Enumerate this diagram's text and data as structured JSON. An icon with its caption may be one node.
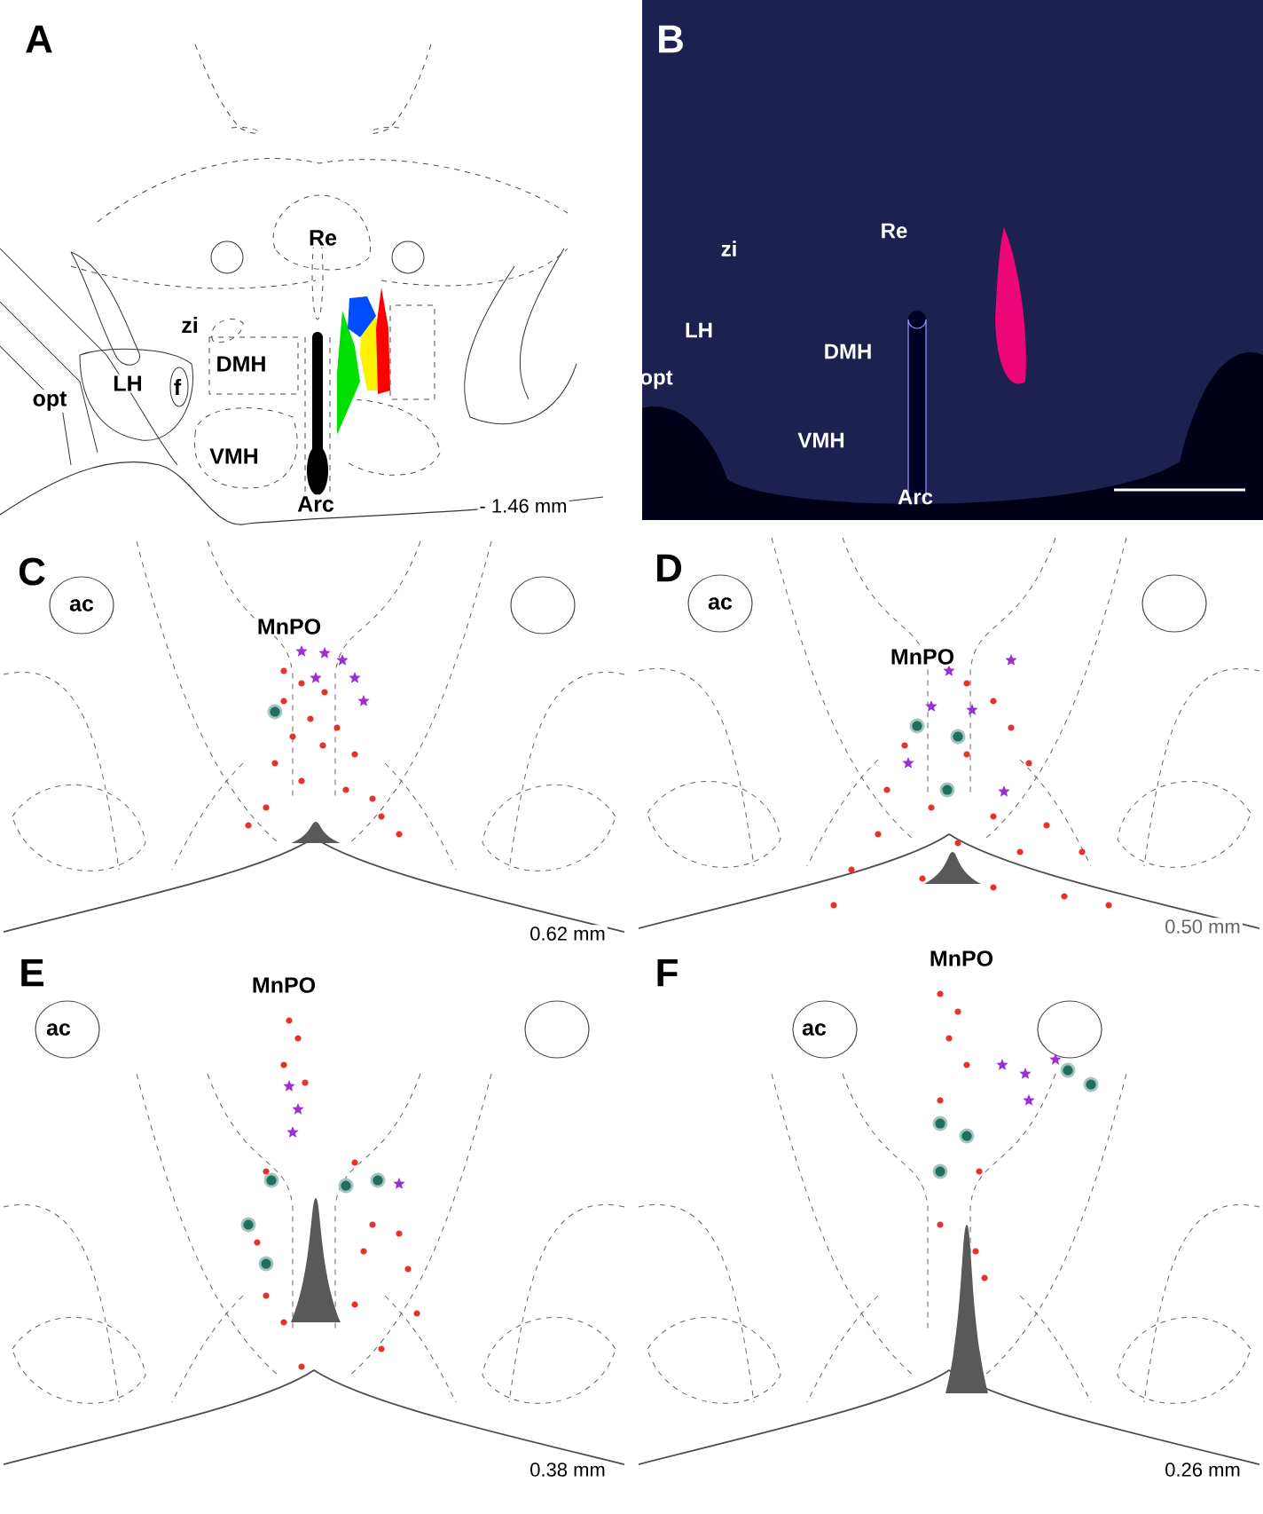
{
  "diagram": {
    "labels": [
      "A",
      "Re",
      "zi",
      "LH",
      "f",
      "DMH",
      "opt",
      "VMH",
      "Arc",
      "- 1.46 mm",
      "B",
      "zi",
      "Re",
      "LH",
      "DMH",
      "opt",
      "VMH",
      "Arc",
      "C",
      "ac",
      "MnPO",
      "0.62 mm",
      "D",
      "ac",
      "MnPO",
      "0.50 mm",
      "E",
      "ac",
      "MnPO",
      "0.38 mm",
      "F",
      "ac",
      "MnPO",
      "0.26 mm"
    ]
  }
}
